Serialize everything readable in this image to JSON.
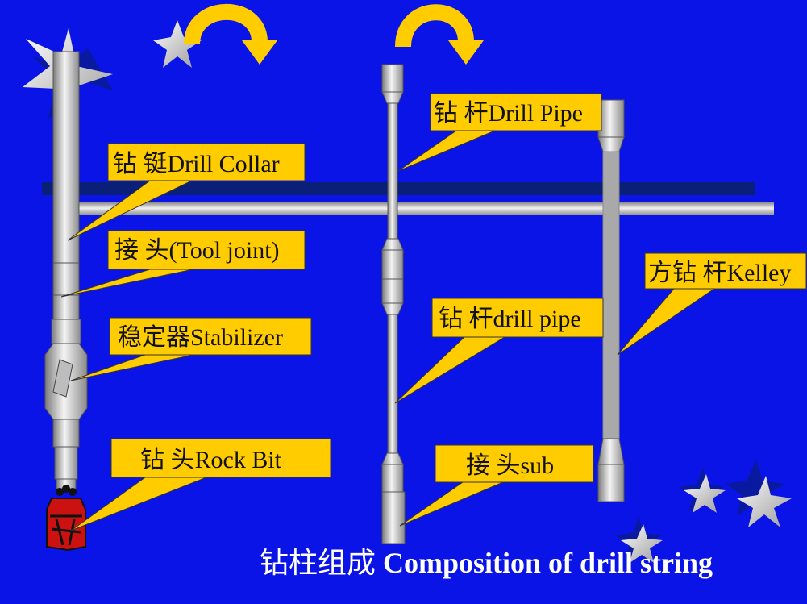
{
  "title": {
    "zh": "钻柱组成",
    "en": "Composition of drill string"
  },
  "callouts": [
    {
      "id": "drill-collar",
      "text": "钻 铤Drill Collar"
    },
    {
      "id": "tool-joint",
      "text": "接 头(Tool joint)"
    },
    {
      "id": "stabilizer",
      "text": "稳定器Stabilizer"
    },
    {
      "id": "rock-bit",
      "text": "钻 头Rock Bit"
    },
    {
      "id": "drill-pipe-upper",
      "text": "钻 杆Drill Pipe"
    },
    {
      "id": "drill-pipe-lower",
      "text": "钻 杆drill pipe"
    },
    {
      "id": "sub",
      "text": "接 头sub"
    },
    {
      "id": "kelley",
      "text": "方钻 杆Kelley"
    }
  ],
  "colors": {
    "background": "#0a14e6",
    "callout_fill": "#ffcc00",
    "arrow": "#ffcc00",
    "bit": "#cc1111",
    "title_text": "#ffffff"
  },
  "icons": [
    "star-icon",
    "curved-arrow-icon"
  ]
}
